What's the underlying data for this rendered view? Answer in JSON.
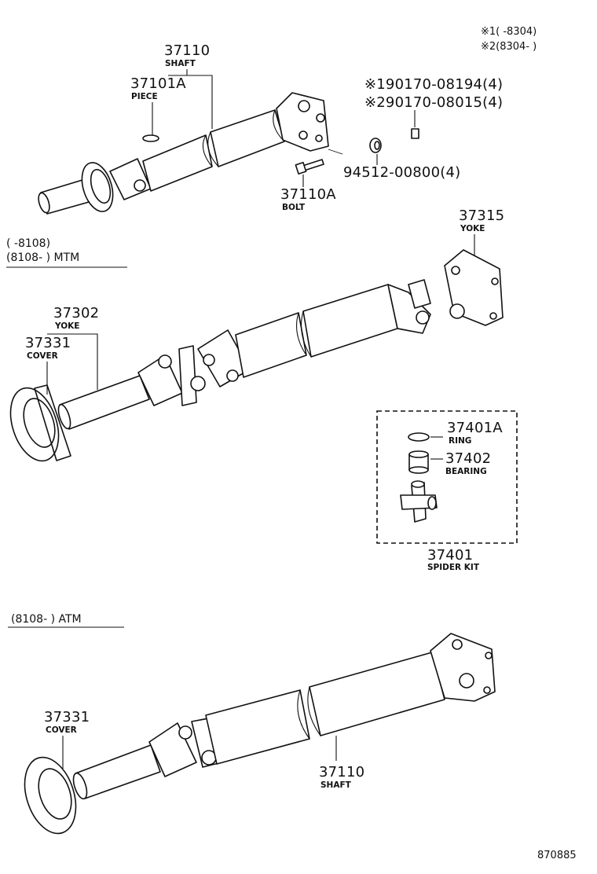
{
  "notes": {
    "note1": "※1(    -8304)",
    "note2": "※2(8304-    )"
  },
  "upper_assembly": {
    "shaft": {
      "number": "37110",
      "name": "SHAFT"
    },
    "piece": {
      "number": "37101A",
      "name": "PIECE"
    },
    "bolt1": {
      "number": "※190170-08194(4)"
    },
    "bolt2": {
      "number": "※290170-08015(4)"
    },
    "nut": {
      "number": "94512-00800(4)"
    },
    "bolt": {
      "number": "37110A",
      "name": "BOLT"
    }
  },
  "mtm_section": {
    "range1": "(      -8108)",
    "range2": "(8108-       ) MTM",
    "yoke_rear": {
      "number": "37315",
      "name": "YOKE"
    },
    "yoke_front": {
      "number": "37302",
      "name": "YOKE"
    },
    "cover": {
      "number": "37331",
      "name": "COVER"
    }
  },
  "spider_kit": {
    "ring": {
      "number": "37401A",
      "name": "RING"
    },
    "bearing": {
      "number": "37402",
      "name": "BEARING"
    },
    "kit": {
      "number": "37401",
      "name": "SPIDER KIT"
    }
  },
  "atm_section": {
    "range": "(8108-       ) ATM",
    "cover": {
      "number": "37331",
      "name": "COVER"
    },
    "shaft": {
      "number": "37110",
      "name": "SHAFT"
    }
  },
  "figure_number": "870885"
}
